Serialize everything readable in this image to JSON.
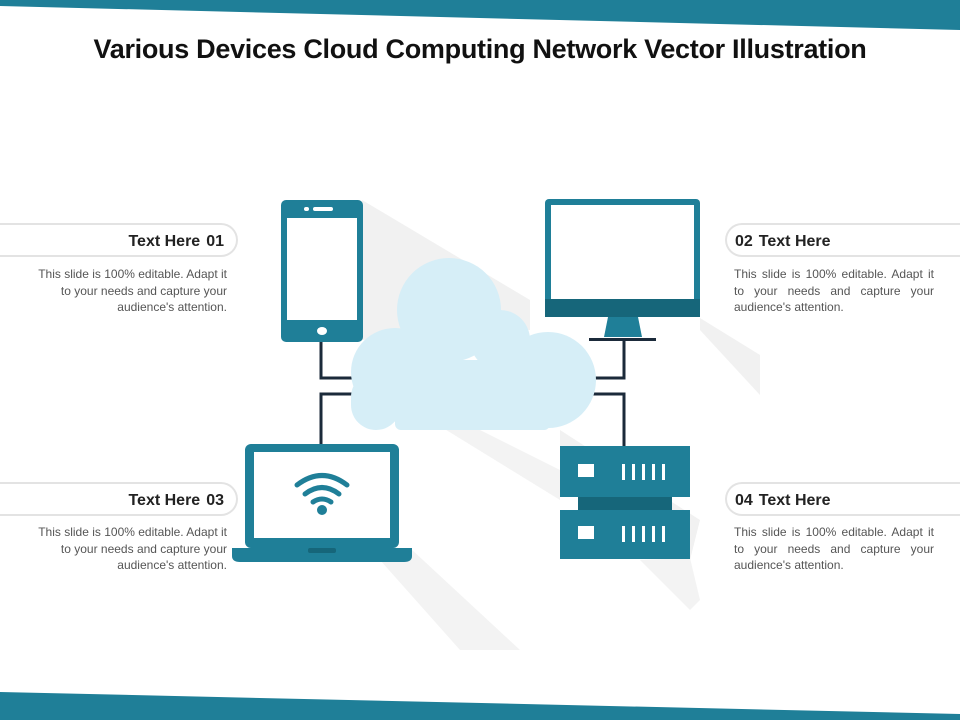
{
  "title": "Various Devices Cloud Computing Network Vector Illustration",
  "colors": {
    "primary": "#1f7f98",
    "dark": "#16667a",
    "cloud": "#d6eef7",
    "line": "#1b2a3a",
    "shadow": "#eeeeee",
    "band": "#1f7f98"
  },
  "items": [
    {
      "number": "01",
      "heading": "Text Here",
      "description": "This slide is 100% editable. Adapt it to your needs and capture your audience's attention."
    },
    {
      "number": "02",
      "heading": "Text Here",
      "description": "This slide is 100% editable. Adapt it to your needs and capture your audience's attention."
    },
    {
      "number": "03",
      "heading": "Text Here",
      "description": "This slide is 100% editable. Adapt it to your needs and capture your audience's attention."
    },
    {
      "number": "04",
      "heading": "Text Here",
      "description": "This slide is 100% editable. Adapt it to your needs and capture your audience's attention."
    }
  ],
  "icons": [
    "smartphone-icon",
    "monitor-icon",
    "laptop-icon",
    "wifi-icon",
    "server-icon",
    "cloud-icon"
  ]
}
